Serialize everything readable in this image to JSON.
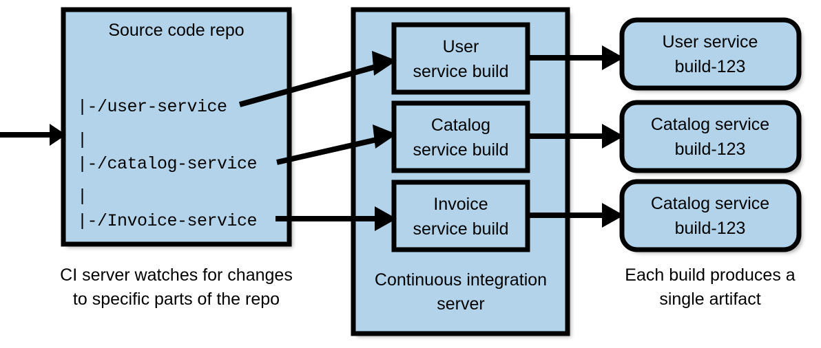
{
  "colors": {
    "box_fill": "#b2d3e9",
    "stroke": "#000000",
    "background": "#ffffff",
    "text": "#000000"
  },
  "repo_panel": {
    "title": "Source code repo",
    "tree_lines": [
      "|-/user-service",
      "|",
      "|-/catalog-service",
      "|",
      "|-/Invoice-service"
    ],
    "caption_line1": "CI server watches for changes",
    "caption_line2": "to specific parts of the repo"
  },
  "ci_panel": {
    "builds": [
      {
        "line1": "User",
        "line2": "service build"
      },
      {
        "line1": "Catalog",
        "line2": "service build"
      },
      {
        "line1": "Invoice",
        "line2": "service build"
      }
    ],
    "caption_line1": "Continuous integration",
    "caption_line2": "server"
  },
  "artifacts_panel": {
    "items": [
      {
        "line1": "User service",
        "line2": "build-123"
      },
      {
        "line1": "Catalog service",
        "line2": "build-123"
      },
      {
        "line1": "Catalog service",
        "line2": "build-123"
      }
    ],
    "caption_line1": "Each build produces a",
    "caption_line2": "single artifact"
  }
}
